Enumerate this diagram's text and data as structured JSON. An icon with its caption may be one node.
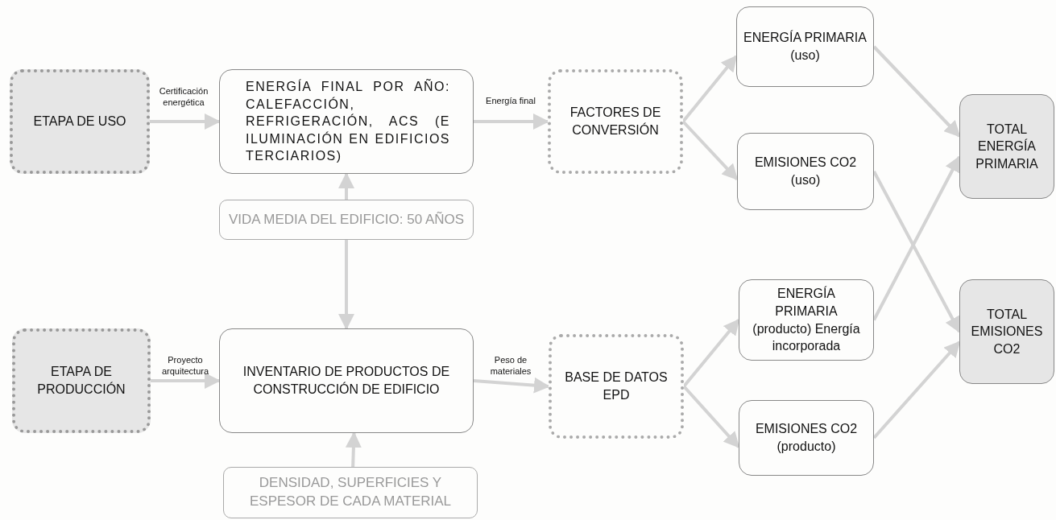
{
  "diagram": {
    "nodes": [
      {
        "text": [
          "ETAPA DE USO"
        ]
      },
      {
        "text": [
          "ENERGÍA FINAL POR AÑO: CALEFACCIÓN, REFRIGERACIÓN, ACS (E ILUMINACIÓN EN EDIFICIOS TERCIARIOS)"
        ]
      },
      {
        "text": [
          "VIDA MEDIA DEL EDIFICIO: 50 AÑOS"
        ]
      },
      {
        "text": [
          "FACTORES DE CONVERSIÓN"
        ]
      },
      {
        "text": [
          "ENERGÍA PRIMARIA (uso)"
        ]
      },
      {
        "text": [
          "EMISIONES CO2 (uso)"
        ]
      },
      {
        "text": [
          "TOTAL ENERGÍA PRIMARIA"
        ]
      },
      {
        "text": [
          "ETAPA DE PRODUCCIÓN"
        ]
      },
      {
        "text": [
          "INVENTARIO DE PRODUCTOS DE CONSTRUCCIÓN DE EDIFICIO"
        ]
      },
      {
        "text": [
          "DENSIDAD, SUPERFICIES Y ESPESOR DE CADA MATERIAL"
        ]
      },
      {
        "text": [
          "BASE DE DATOS EPD"
        ]
      },
      {
        "text": [
          "ENERGÍA PRIMARIA (producto) Energía incorporada"
        ]
      },
      {
        "text": [
          "EMISIONES CO2 (producto)"
        ]
      },
      {
        "text": [
          "TOTAL EMISIONES CO2"
        ]
      }
    ],
    "edges": [
      {
        "from": 0,
        "to": 1,
        "arrow": "to",
        "label": "Certificación energética"
      },
      {
        "from": 1,
        "to": 3,
        "arrow": "to",
        "label": "Energía final"
      },
      {
        "from": 2,
        "to": 1,
        "arrow": "to"
      },
      {
        "from": 2,
        "to": 8,
        "arrow": "to"
      },
      {
        "from": 7,
        "to": 8,
        "arrow": "to",
        "label": "Proyecto arquitectura"
      },
      {
        "from": 9,
        "to": 8,
        "arrow": "to"
      },
      {
        "from": 8,
        "to": 10,
        "arrow": "to",
        "label": "Peso de materiales"
      },
      {
        "from": 3,
        "to": 4,
        "arrow": "to"
      },
      {
        "from": 3,
        "to": 5,
        "arrow": "to"
      },
      {
        "from": 10,
        "to": 11,
        "arrow": "to"
      },
      {
        "from": 10,
        "to": 12,
        "arrow": "to"
      },
      {
        "from": 4,
        "to": 6,
        "arrow": "to"
      },
      {
        "from": 5,
        "to": 13,
        "arrow": "to"
      },
      {
        "from": 11,
        "to": 6,
        "arrow": "to"
      },
      {
        "from": 12,
        "to": 13,
        "arrow": "to"
      }
    ]
  }
}
